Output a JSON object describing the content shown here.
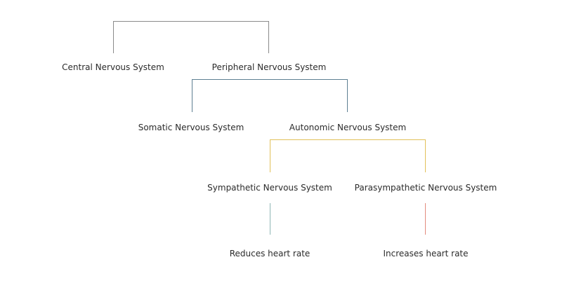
{
  "diagram": {
    "nodes": {
      "central": "Central Nervous System",
      "peripheral": "Peripheral Nervous System",
      "somatic": "Somatic Nervous System",
      "autonomic": "Autonomic Nervous System",
      "sympathetic": "Sympathetic Nervous System",
      "parasympathetic": "Parasympathetic Nervous System",
      "reduces": "Reduces heart rate",
      "increases": "Increases heart rate"
    },
    "colors": {
      "level1": "#8a8a8a",
      "level2": "#5d7f92",
      "level3": "#e2c15a",
      "leaf_left": "#8fb7b6",
      "leaf_right": "#e38b7e",
      "text": "#2b2b2b"
    }
  }
}
